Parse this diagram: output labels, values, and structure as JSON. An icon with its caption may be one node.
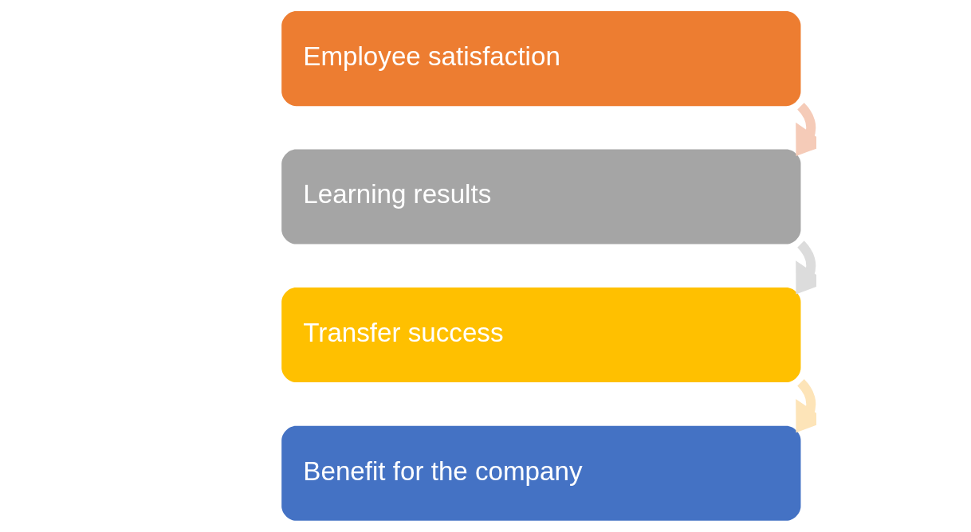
{
  "diagram": {
    "nodes": [
      {
        "text": [
          "Employee satisfaction"
        ]
      },
      {
        "text": [
          "Learning results"
        ]
      },
      {
        "text": [
          "Transfer success"
        ]
      },
      {
        "text": [
          "Benefit for the company"
        ]
      }
    ],
    "edges": [
      {
        "from": 0,
        "to": 1,
        "arrow": "to",
        "color": "#f5cbb8"
      },
      {
        "from": 1,
        "to": 2,
        "arrow": "to",
        "color": "#dcdcdc"
      },
      {
        "from": 2,
        "to": 3,
        "arrow": "to",
        "color": "#fde4b8"
      }
    ]
  }
}
